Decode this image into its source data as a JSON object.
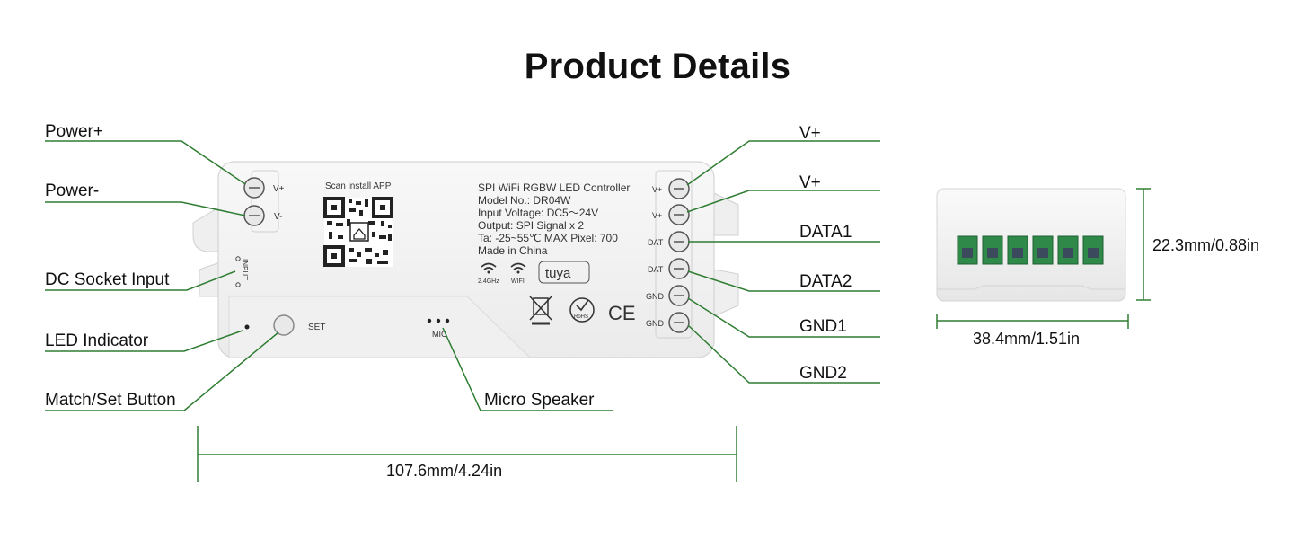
{
  "title": "Product Details",
  "left_callouts": {
    "power_plus": "Power+",
    "power_minus": "Power-",
    "dc_socket": "DC Socket Input",
    "led_indicator": "LED Indicator",
    "match_button": "Match/Set Button",
    "micro_speaker": "Micro Speaker"
  },
  "right_callouts": {
    "v_plus_1": "V+",
    "v_plus_2": "V+",
    "data1": "DATA1",
    "data2": "DATA2",
    "gnd1": "GND1",
    "gnd2": "GND2"
  },
  "device_label": {
    "scan": "Scan install APP",
    "line1": "SPI WiFi RGBW LED Controller",
    "line2": "Model No.: DR04W",
    "line3": "Input Voltage: DC5～24V",
    "line4": "Output: SPI Signal x 2",
    "line5": "Ta: -25~55℃ MAX Pixel: 700",
    "line6": "Made in China",
    "wifi_24": "2.4GHz",
    "wifi": "WIFI",
    "brand": "tuya",
    "rohs": "RoHS",
    "ce": "CE",
    "set": "SET",
    "mic": "MIC",
    "input": "INPUT",
    "left_term_vplus": "V+",
    "left_term_vminus": "V-",
    "right_terms": [
      "V+",
      "V+",
      "DAT",
      "DAT",
      "GND",
      "GND"
    ]
  },
  "dimensions": {
    "length": "107.6mm/4.24in",
    "width": "38.4mm/1.51in",
    "height": "22.3mm/0.88in"
  },
  "colors": {
    "leader_line": "#2e7d32",
    "terminal_green": "#2f8a4a",
    "housing": "#f4f4f4"
  }
}
